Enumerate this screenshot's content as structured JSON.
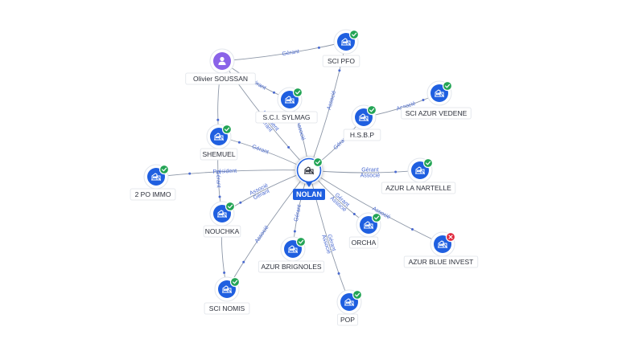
{
  "center": {
    "label": "NOLAN"
  },
  "nodes": [
    {
      "id": "soussan",
      "label": "Olivier SOUSSAN",
      "kind": "person",
      "badge": "none"
    },
    {
      "id": "scipfo",
      "label": "SCI PFO",
      "kind": "company",
      "badge": "ok"
    },
    {
      "id": "sylmag",
      "label": "S.C.I. SYLMAG",
      "kind": "company",
      "badge": "ok"
    },
    {
      "id": "shemuel",
      "label": "SHEMUEL",
      "kind": "company",
      "badge": "ok"
    },
    {
      "id": "hsbp",
      "label": "H.S.B.P",
      "kind": "company",
      "badge": "ok"
    },
    {
      "id": "vedene",
      "label": "SCI AZUR VEDENE",
      "kind": "company",
      "badge": "ok"
    },
    {
      "id": "poimmo",
      "label": "2 PO IMMO",
      "kind": "company",
      "badge": "ok"
    },
    {
      "id": "nartelle",
      "label": "AZUR LA NARTELLE",
      "kind": "company",
      "badge": "ok"
    },
    {
      "id": "nouchka",
      "label": "NOUCHKA",
      "kind": "company",
      "badge": "ok"
    },
    {
      "id": "orcha",
      "label": "ORCHA",
      "kind": "company",
      "badge": "ok"
    },
    {
      "id": "blueinvest",
      "label": "AZUR BLUE INVEST",
      "kind": "company",
      "badge": "bad"
    },
    {
      "id": "brignoles",
      "label": "AZUR BRIGNOLES",
      "kind": "company",
      "badge": "ok"
    },
    {
      "id": "nomis",
      "label": "SCI NOMIS",
      "kind": "company",
      "badge": "ok"
    },
    {
      "id": "pop",
      "label": "POP",
      "kind": "company",
      "badge": "ok"
    }
  ],
  "edges": [
    {
      "from": "soussan",
      "to": "scipfo",
      "labels": [
        "Gérant"
      ]
    },
    {
      "from": "soussan",
      "to": "sylmag",
      "labels": [
        "Gérant"
      ]
    },
    {
      "from": "soussan",
      "to": "center",
      "labels": [
        "Président",
        "Gérant"
      ]
    },
    {
      "from": "soussan",
      "to": "shemuel",
      "labels": []
    },
    {
      "from": "center",
      "to": "sylmag",
      "labels": [
        "Associé"
      ]
    },
    {
      "from": "center",
      "to": "scipfo",
      "labels": [
        "Associé"
      ]
    },
    {
      "from": "center",
      "to": "shemuel",
      "labels": [
        "Gérant"
      ]
    },
    {
      "from": "center",
      "to": "hsbp",
      "labels": [
        "Gérant"
      ]
    },
    {
      "from": "hsbp",
      "to": "vedene",
      "labels": [
        "Associé"
      ]
    },
    {
      "from": "center",
      "to": "poimmo",
      "labels": [
        "Président"
      ]
    },
    {
      "from": "shemuel",
      "to": "nouchka",
      "labels": [
        "Gérant"
      ]
    },
    {
      "from": "center",
      "to": "nartelle",
      "labels": [
        "Gérant",
        "Associé"
      ]
    },
    {
      "from": "center",
      "to": "nouchka",
      "labels": [
        "Gérant",
        "Associé"
      ]
    },
    {
      "from": "center",
      "to": "orcha",
      "labels": [
        "Gérant",
        "Associé"
      ]
    },
    {
      "from": "center",
      "to": "blueinvest",
      "labels": [
        "Associé"
      ]
    },
    {
      "from": "center",
      "to": "brignoles",
      "labels": [
        "Gérant"
      ]
    },
    {
      "from": "center",
      "to": "nomis",
      "labels": [
        "Associé"
      ]
    },
    {
      "from": "nouchka",
      "to": "nomis",
      "labels": []
    },
    {
      "from": "center",
      "to": "pop",
      "labels": [
        "Gérant",
        "Associé"
      ]
    }
  ]
}
